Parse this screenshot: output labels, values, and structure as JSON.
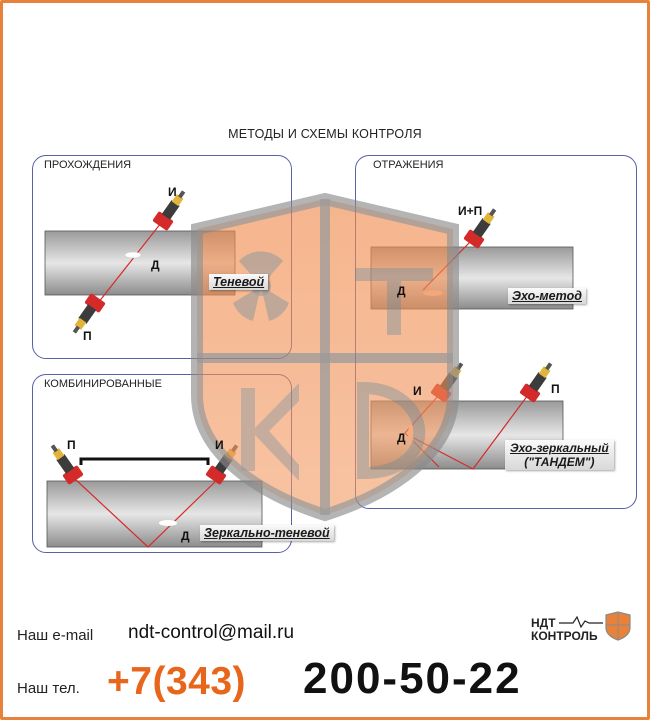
{
  "heading": "МЕТОДЫ И СХЕМЫ КОНТРОЛЯ",
  "panels": {
    "transmission": {
      "label": "ПРОХОЖДЕНИЯ",
      "method": "Теневой",
      "emitter": "И",
      "receiver": "П",
      "defect": "Д"
    },
    "reflection": {
      "label": "ОТРАЖЕНИЯ",
      "method_echo": "Эхо-метод",
      "emitter_receiver": "И+П",
      "defect_echo": "Д",
      "method_mirror_line1": "Эхо-зеркальный",
      "method_mirror_line2": "(\"ТАНДЕМ\")",
      "emitter": "И",
      "receiver": "П",
      "defect_mirror": "Д"
    },
    "combined": {
      "label": "КОМБИНИРОВАННЫЕ",
      "method": "Зеркально-теневой",
      "receiver": "П",
      "emitter": "И",
      "defect": "Д"
    }
  },
  "footer": {
    "email_label": "Наш e-mail",
    "email": "ndt-control@mail.ru",
    "phone_label": "Наш тел.",
    "phone_code": "+7(343)",
    "phone_number": "200-50-22"
  },
  "logo": {
    "line1": "НДТ",
    "line2": "КОНТРОЛЬ"
  },
  "colors": {
    "border": "#e8823a",
    "panel_border": "#5a5fa6",
    "accent": "#e8651c",
    "beam": "#d62b2b",
    "probe": "#d42a2a"
  }
}
